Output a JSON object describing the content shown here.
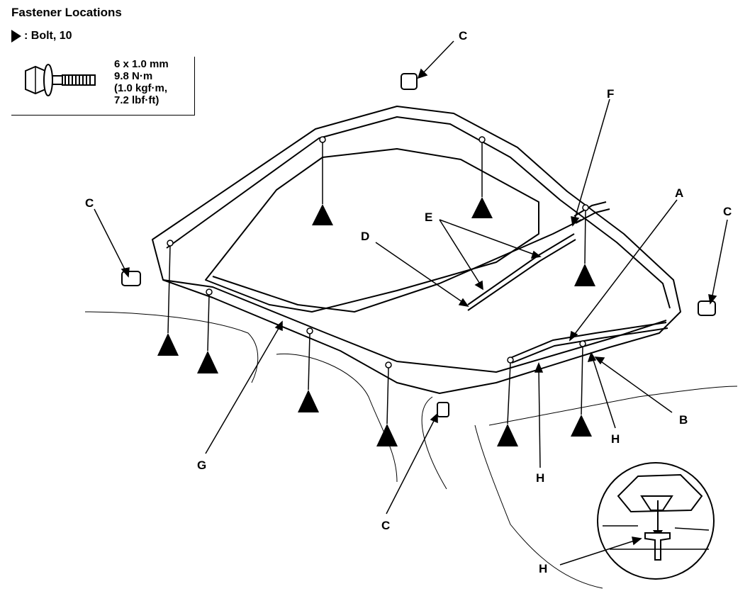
{
  "title": "Fastener Locations",
  "legend": {
    "symbol": "triangle",
    "label": ": Bolt, 10"
  },
  "bolt_spec": {
    "lines": [
      "6 x 1.0 mm",
      "9.8 N·m",
      "(1.0 kgf·m,",
      "7.2 lbf·ft)"
    ]
  },
  "callouts": {
    "A": "A",
    "B": "B",
    "C": "C",
    "D": "D",
    "E": "E",
    "F": "F",
    "G": "G",
    "H": "H"
  }
}
